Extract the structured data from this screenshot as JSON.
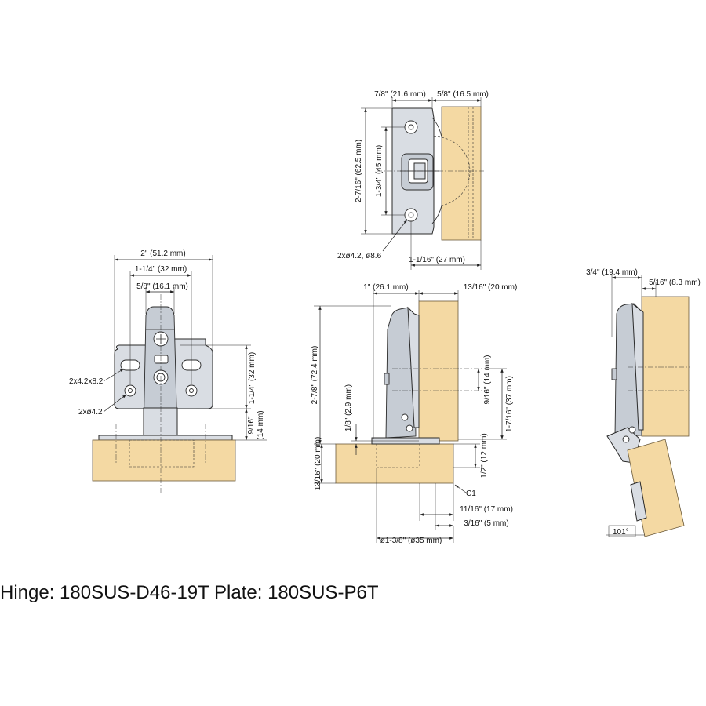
{
  "caption": "Hinge: 180SUS-D46-19T Plate: 180SUS-P6T",
  "views": {
    "front": {
      "width_overall": "2\" (51.2 mm)",
      "width_holes": "1-1/4\" (32 mm)",
      "width_body": "5/8\" (16.1 mm)",
      "slot_label": "2x4.2x8.2",
      "hole_label": "2xø4.2",
      "height_holes": "1-1/4\" (32 mm)",
      "offset": "9/16\"",
      "offset_mm": "(14 mm)"
    },
    "top": {
      "depth_a": "7/8\" (21.6 mm)",
      "depth_b": "5/8\" (16.5 mm)",
      "height_overall": "2-7/16\" (62.5 mm)",
      "height_holes": "1-3/4\" (45 mm)",
      "hole_label": "2xø4.2, ø8.6",
      "cup_offset": "1-1/16\" (27 mm)"
    },
    "side": {
      "top_a": "1\" (26.1 mm)",
      "top_b": "13/16\" (20 mm)",
      "height_overall": "2-7/8\" (72.4 mm)",
      "gap": "1/8\" (2.9 mm)",
      "door_thickness": "13/16\" (20 mm)",
      "h14": "9/16\" (14 mm)",
      "h37": "1-7/16\" (37 mm)",
      "cup_depth": "1/2\" (12 mm)",
      "chamfer": "C1",
      "d17": "11/16\" (17 mm)",
      "d5": "3/16\" (5 mm)",
      "cup_diameter": "ø1-3/8\" (ø35 mm)"
    },
    "open": {
      "top_a": "3/4\" (19.4 mm)",
      "top_b": "5/16\" (8.3 mm)",
      "angle": "101°"
    }
  }
}
